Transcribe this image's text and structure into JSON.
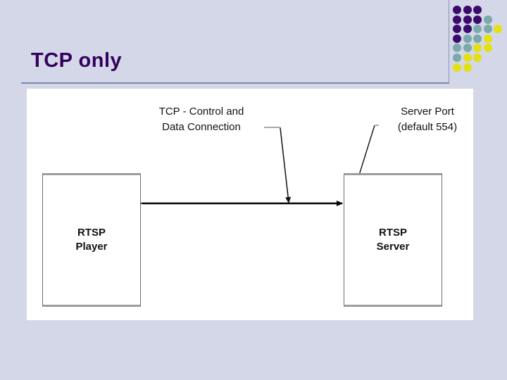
{
  "slide": {
    "title": "TCP only",
    "background_color": "#d4d7e8",
    "title_color": "#33005e",
    "rule_color": "#7f87ab"
  },
  "decoration": {
    "name": "dot-grid",
    "colors": {
      "purple": "#3b0a6b",
      "teal": "#7aa9ac",
      "yellow": "#e3e016"
    },
    "rows": [
      [
        "purple",
        "purple",
        "purple"
      ],
      [
        "purple",
        "purple",
        "purple",
        "teal"
      ],
      [
        "purple",
        "purple",
        "teal",
        "teal",
        "yellow"
      ],
      [
        "purple",
        "teal",
        "teal",
        "yellow"
      ],
      [
        "teal",
        "teal",
        "yellow",
        "yellow"
      ],
      [
        "teal",
        "yellow",
        "yellow"
      ],
      [
        "yellow",
        "yellow"
      ]
    ]
  },
  "diagram": {
    "type": "network-topology",
    "panel_background": "#ffffff",
    "nodes": [
      {
        "id": "rtsp-player",
        "line1": "RTSP",
        "line2": "Player"
      },
      {
        "id": "rtsp-server",
        "line1": "RTSP",
        "line2": "Server"
      }
    ],
    "connections": [
      {
        "id": "tcp-connection",
        "from": "rtsp-player",
        "to": "rtsp-server",
        "style": "double-headed-arrow",
        "color": "#000000",
        "label_line1": "TCP - Control and",
        "label_line2": "Data Connection"
      }
    ],
    "annotations": [
      {
        "id": "tcp-label",
        "line1": "TCP - Control and",
        "line2": "Data Connection",
        "points_to": "tcp-connection"
      },
      {
        "id": "server-port-label",
        "line1": "Server Port",
        "line2": "(default 554)",
        "points_to": "rtsp-server"
      }
    ]
  }
}
